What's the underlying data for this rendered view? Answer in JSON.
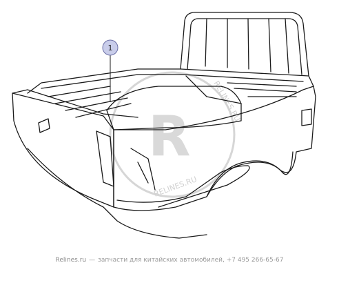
{
  "callout": {
    "label": "1"
  },
  "watermark": {
    "logo_letter": "R",
    "arc_text": "RELINES.RU",
    "arc_text_2": "RELINES.RU"
  },
  "footer": {
    "site": "Relines.ru",
    "separator": "—",
    "description": "запчасти для китайских автомобилей, +7 495 266-65-67"
  },
  "colors": {
    "line": "#1a1a1a",
    "callout_fill": "#c9cdea",
    "callout_stroke": "#6b6fa6",
    "watermark": "#d6d6d6"
  }
}
